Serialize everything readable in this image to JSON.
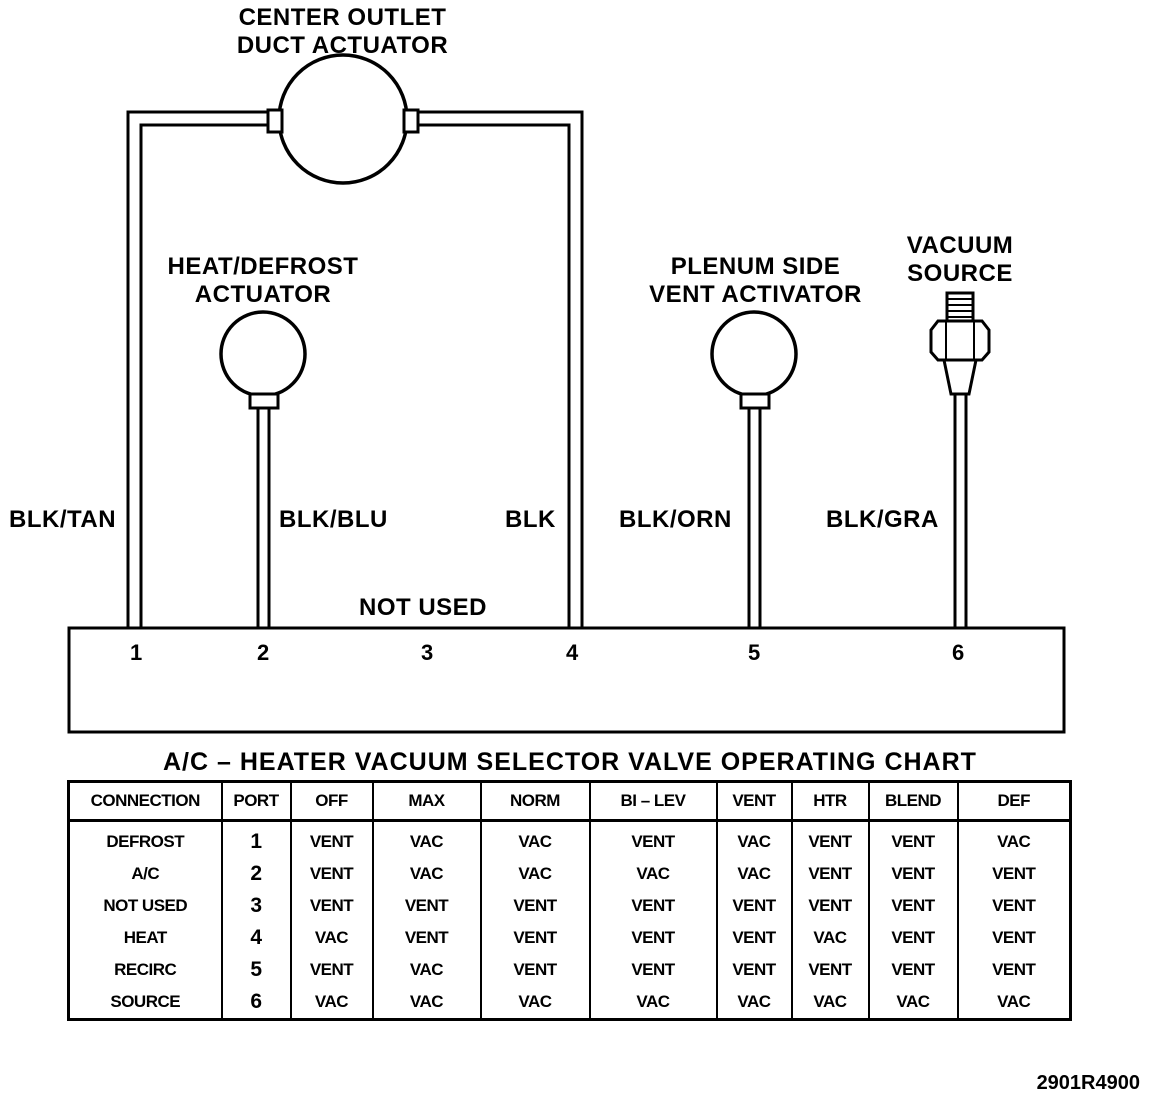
{
  "actuators": {
    "center_outlet": "CENTER OUTLET\nDUCT ACTUATOR",
    "heat_defrost": "HEAT/DEFROST\nACTUATOR",
    "plenum_side": "PLENUM SIDE\nVENT ACTIVATOR",
    "vacuum_source": "VACUUM\nSOURCE"
  },
  "hoses": {
    "h1": "BLK/TAN",
    "h2": "BLK/BLU",
    "h4": "BLK",
    "h5": "BLK/ORN",
    "h6": "BLK/GRA"
  },
  "not_used": "NOT USED",
  "ports": [
    "1",
    "2",
    "3",
    "4",
    "5",
    "6"
  ],
  "chart": {
    "title": "A/C – HEATER VACUUM SELECTOR VALVE OPERATING CHART",
    "headers": [
      "CONNECTION",
      "PORT",
      "OFF",
      "MAX",
      "NORM",
      "BI – LEV",
      "VENT",
      "HTR",
      "BLEND",
      "DEF"
    ],
    "rows": [
      [
        "DEFROST",
        "1",
        "VENT",
        "VAC",
        "VAC",
        "VENT",
        "VAC",
        "VENT",
        "VENT",
        "VAC"
      ],
      [
        "A/C",
        "2",
        "VENT",
        "VAC",
        "VAC",
        "VAC",
        "VAC",
        "VENT",
        "VENT",
        "VENT"
      ],
      [
        "NOT USED",
        "3",
        "VENT",
        "VENT",
        "VENT",
        "VENT",
        "VENT",
        "VENT",
        "VENT",
        "VENT"
      ],
      [
        "HEAT",
        "4",
        "VAC",
        "VENT",
        "VENT",
        "VENT",
        "VENT",
        "VAC",
        "VENT",
        "VENT"
      ],
      [
        "RECIRC",
        "5",
        "VENT",
        "VAC",
        "VENT",
        "VENT",
        "VENT",
        "VENT",
        "VENT",
        "VENT"
      ],
      [
        "SOURCE",
        "6",
        "VAC",
        "VAC",
        "VAC",
        "VAC",
        "VAC",
        "VAC",
        "VAC",
        "VAC"
      ]
    ]
  },
  "figure_id": "2901R4900"
}
